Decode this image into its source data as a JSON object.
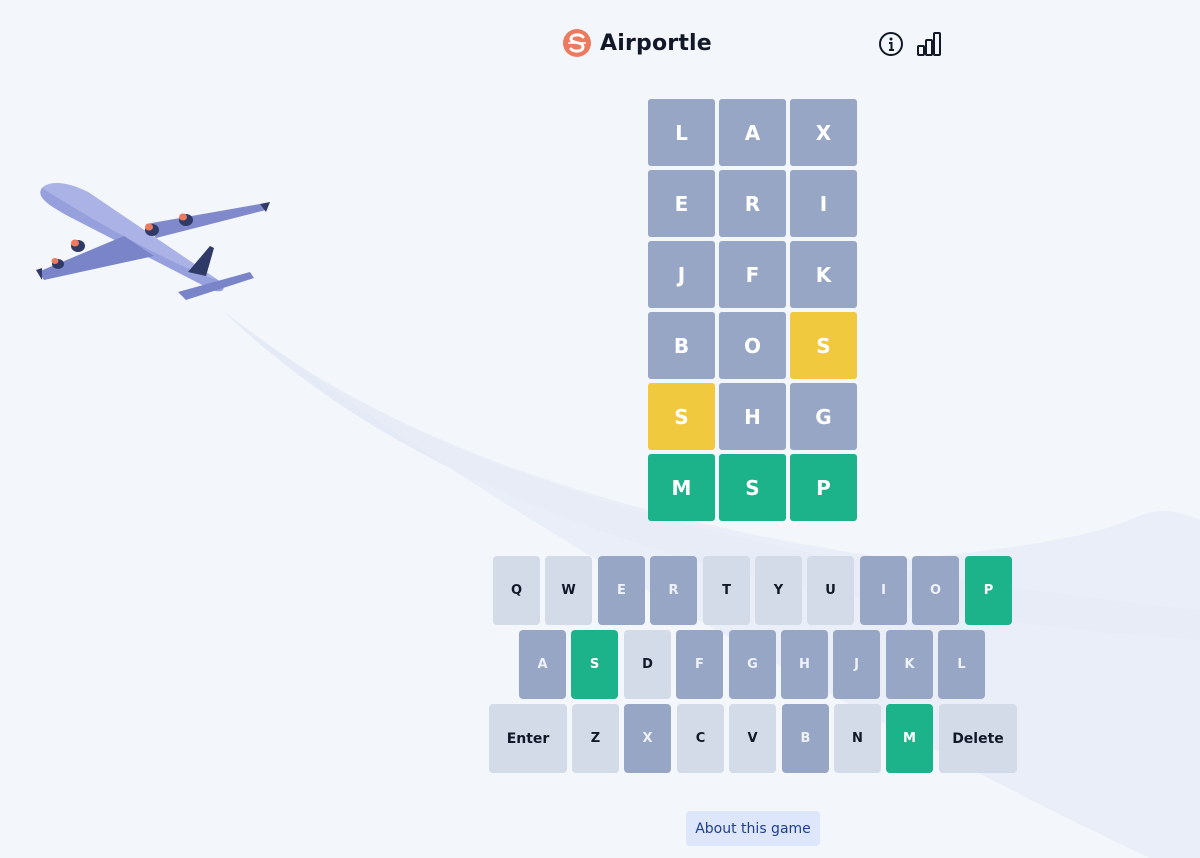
{
  "header": {
    "title": "Airportle",
    "logo_icon": "airportle-logo-icon",
    "info_icon": "info-icon",
    "stats_icon": "stats-icon"
  },
  "colors": {
    "background": "#f3f6fb",
    "absent": "#97a6c4",
    "present": "#f0c93f",
    "correct": "#1cb38a",
    "key_default": "#d3dbe8",
    "logo": "#ec7a5f",
    "plane_body": "#8f98d8",
    "plane_dark": "#2f3a66"
  },
  "board": {
    "rows": [
      [
        {
          "letter": "L",
          "state": "absent"
        },
        {
          "letter": "A",
          "state": "absent"
        },
        {
          "letter": "X",
          "state": "absent"
        }
      ],
      [
        {
          "letter": "E",
          "state": "absent"
        },
        {
          "letter": "R",
          "state": "absent"
        },
        {
          "letter": "I",
          "state": "absent"
        }
      ],
      [
        {
          "letter": "J",
          "state": "absent"
        },
        {
          "letter": "F",
          "state": "absent"
        },
        {
          "letter": "K",
          "state": "absent"
        }
      ],
      [
        {
          "letter": "B",
          "state": "absent"
        },
        {
          "letter": "O",
          "state": "absent"
        },
        {
          "letter": "S",
          "state": "present"
        }
      ],
      [
        {
          "letter": "S",
          "state": "present"
        },
        {
          "letter": "H",
          "state": "absent"
        },
        {
          "letter": "G",
          "state": "absent"
        }
      ],
      [
        {
          "letter": "M",
          "state": "correct"
        },
        {
          "letter": "S",
          "state": "correct"
        },
        {
          "letter": "P",
          "state": "correct"
        }
      ]
    ]
  },
  "keyboard": {
    "rows": [
      [
        {
          "label": "Q",
          "state": "unused"
        },
        {
          "label": "W",
          "state": "unused"
        },
        {
          "label": "E",
          "state": "absent"
        },
        {
          "label": "R",
          "state": "absent"
        },
        {
          "label": "T",
          "state": "unused"
        },
        {
          "label": "Y",
          "state": "unused"
        },
        {
          "label": "U",
          "state": "unused"
        },
        {
          "label": "I",
          "state": "absent"
        },
        {
          "label": "O",
          "state": "absent"
        },
        {
          "label": "P",
          "state": "correct"
        }
      ],
      [
        {
          "label": "A",
          "state": "absent"
        },
        {
          "label": "S",
          "state": "correct"
        },
        {
          "label": "D",
          "state": "unused"
        },
        {
          "label": "F",
          "state": "absent"
        },
        {
          "label": "G",
          "state": "absent"
        },
        {
          "label": "H",
          "state": "absent"
        },
        {
          "label": "J",
          "state": "absent"
        },
        {
          "label": "K",
          "state": "absent"
        },
        {
          "label": "L",
          "state": "absent"
        }
      ],
      [
        {
          "label": "Enter",
          "state": "unused",
          "wide": true
        },
        {
          "label": "Z",
          "state": "unused"
        },
        {
          "label": "X",
          "state": "absent"
        },
        {
          "label": "C",
          "state": "unused"
        },
        {
          "label": "V",
          "state": "unused"
        },
        {
          "label": "B",
          "state": "absent"
        },
        {
          "label": "N",
          "state": "unused"
        },
        {
          "label": "M",
          "state": "correct"
        },
        {
          "label": "Delete",
          "state": "unused",
          "wide": true
        }
      ]
    ]
  },
  "footer": {
    "about_label": "About this game"
  }
}
